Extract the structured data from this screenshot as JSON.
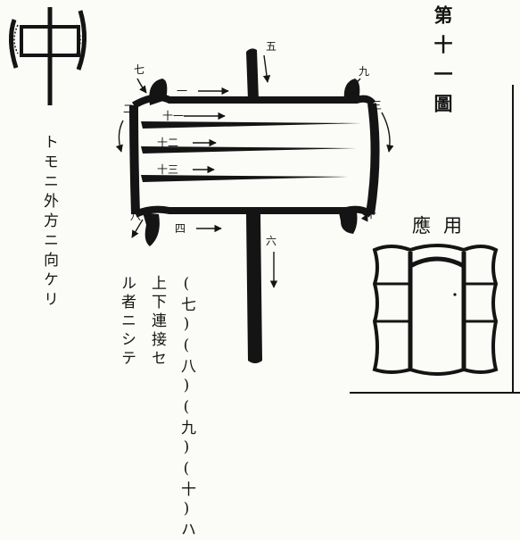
{
  "figure_title": "第十一圖",
  "application_label": "應用",
  "left_caption": "トモニ外方ニ向ケリ",
  "caption_columns": [
    "(七)(八)(九)(十)ハ",
    "上下連接セ",
    "ル者ニシテ"
  ],
  "arrow_numbers": {
    "n1": "一",
    "n2": "二",
    "n3": "三",
    "n4": "四",
    "n5": "五",
    "n6": "六",
    "n7": "七",
    "n8": "八",
    "n9": "九",
    "n10": "十",
    "n11": "十一",
    "n12": "十二",
    "n13": "十三"
  },
  "colors": {
    "ink": "#141414",
    "paper": "#fbfbf7"
  },
  "icons": [
    "arrow-right-icon",
    "arrow-down-icon",
    "curved-arrow-icon"
  ]
}
